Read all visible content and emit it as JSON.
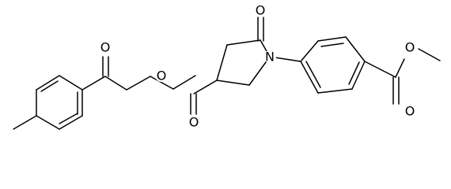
{
  "molecule": {
    "atoms": [
      {
        "id": "o_ketone",
        "label": "O"
      },
      {
        "id": "o_ester_link",
        "label": "O"
      },
      {
        "id": "o_carboxyl_carbonyl",
        "label": "O"
      },
      {
        "id": "o_lactam",
        "label": "O"
      },
      {
        "id": "n_ring",
        "label": "N"
      },
      {
        "id": "o_methoxy",
        "label": "O"
      },
      {
        "id": "o_methyl_ester_carbonyl",
        "label": "O"
      }
    ]
  }
}
